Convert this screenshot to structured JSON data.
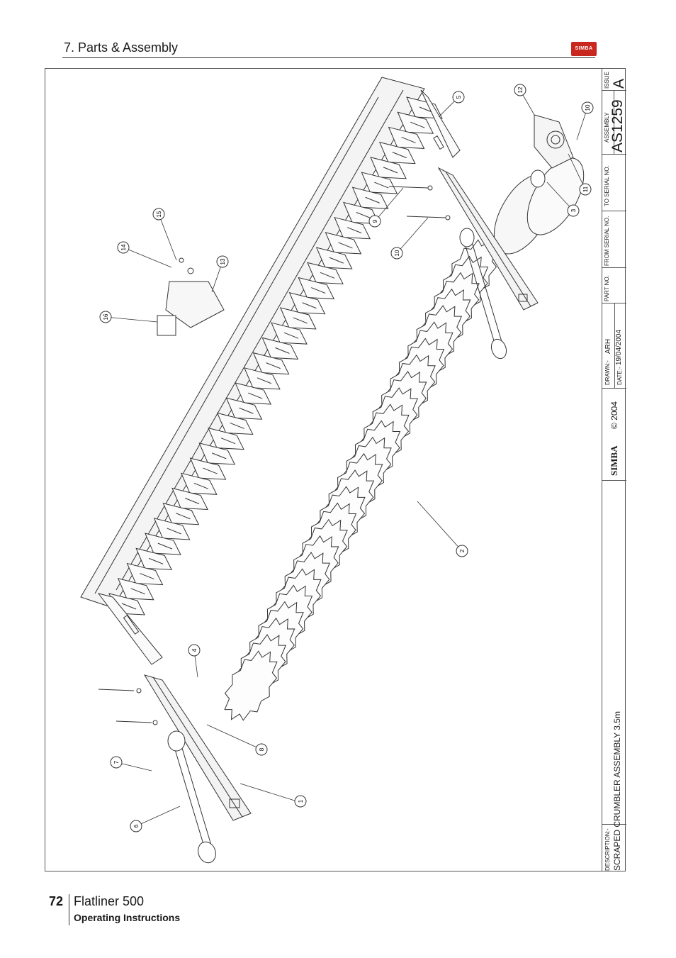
{
  "header": {
    "section_title": "7. Parts & Assembly",
    "logo_text": "SIMBA"
  },
  "title_block": {
    "issue_label": "ISSUE",
    "issue_value": "A",
    "assembly_label": "ASSEMBLY",
    "assembly_value": "AS1259",
    "to_serial_label": "TO SERIAL NO.",
    "from_serial_label": "FROM SERIAL NO.",
    "part_no_label": "PART NO.",
    "drawn_label": "DRAWN:-",
    "drawn_value": "ARH",
    "date_label": "DATE:-",
    "date_value": "19/04/2004",
    "copyright": "© 2004",
    "logo_text": "SIMBA",
    "description_label": "DESCRIPTION:-",
    "description_value": "SCRAPED CRUMBLER ASSEMBLY 3.5m"
  },
  "callouts": [
    "1",
    "2",
    "3",
    "4",
    "5",
    "6",
    "7",
    "8",
    "9",
    "10",
    "10",
    "11",
    "12",
    "13",
    "14",
    "15",
    "16"
  ],
  "footer": {
    "page_number": "72",
    "product": "Flatliner 500",
    "doc_type": "Operating Instructions"
  }
}
